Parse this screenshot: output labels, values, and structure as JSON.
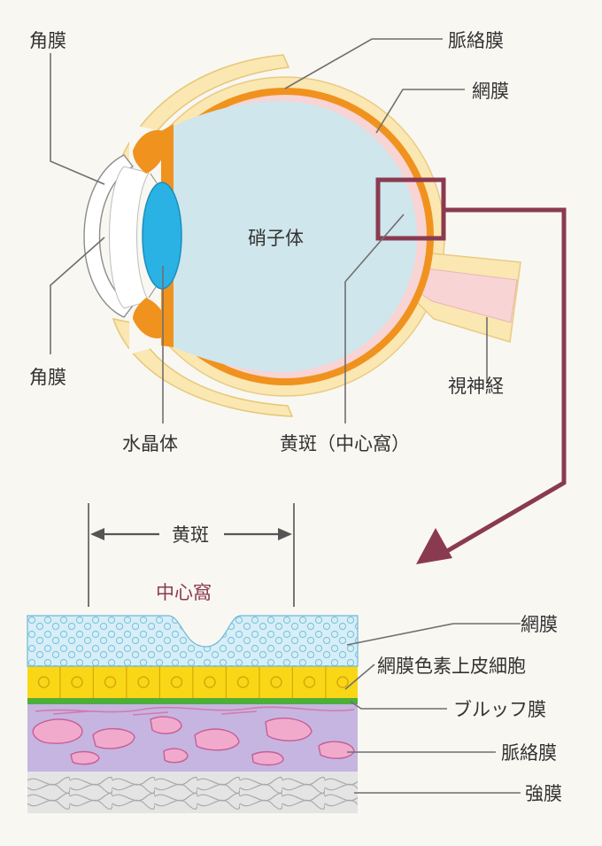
{
  "eye_labels": {
    "cornea_upper": "角膜",
    "cornea_lower": "角膜",
    "choroid": "脈絡膜",
    "retina": "網膜",
    "vitreous": "硝子体",
    "optic_nerve": "視神経",
    "lens": "水晶体",
    "macula_fovea": "黄斑（中心窩）"
  },
  "section": {
    "macula_span": "黄斑",
    "fovea": "中心窩",
    "layers": [
      {
        "key": "retina",
        "label": "網膜"
      },
      {
        "key": "rpe",
        "label": "網膜色素上皮細胞"
      },
      {
        "key": "bruch",
        "label": "ブルッフ膜"
      },
      {
        "key": "choroid",
        "label": "脈絡膜"
      },
      {
        "key": "sclera",
        "label": "強膜"
      }
    ]
  },
  "colors": {
    "background": "#f9f7f2",
    "sclera": "#fbe7b2",
    "choroid": "#f0921e",
    "retina": "#f8d4d4",
    "vitreous": "#cfe6ec",
    "lens": "#2ab2e4",
    "highlight_box": "#8a3a50",
    "rpe": "#f9d716",
    "bruch": "#4fae3a",
    "choroid_layer": "#c6b5e0",
    "sclera_layer": "#e4e4e4"
  }
}
